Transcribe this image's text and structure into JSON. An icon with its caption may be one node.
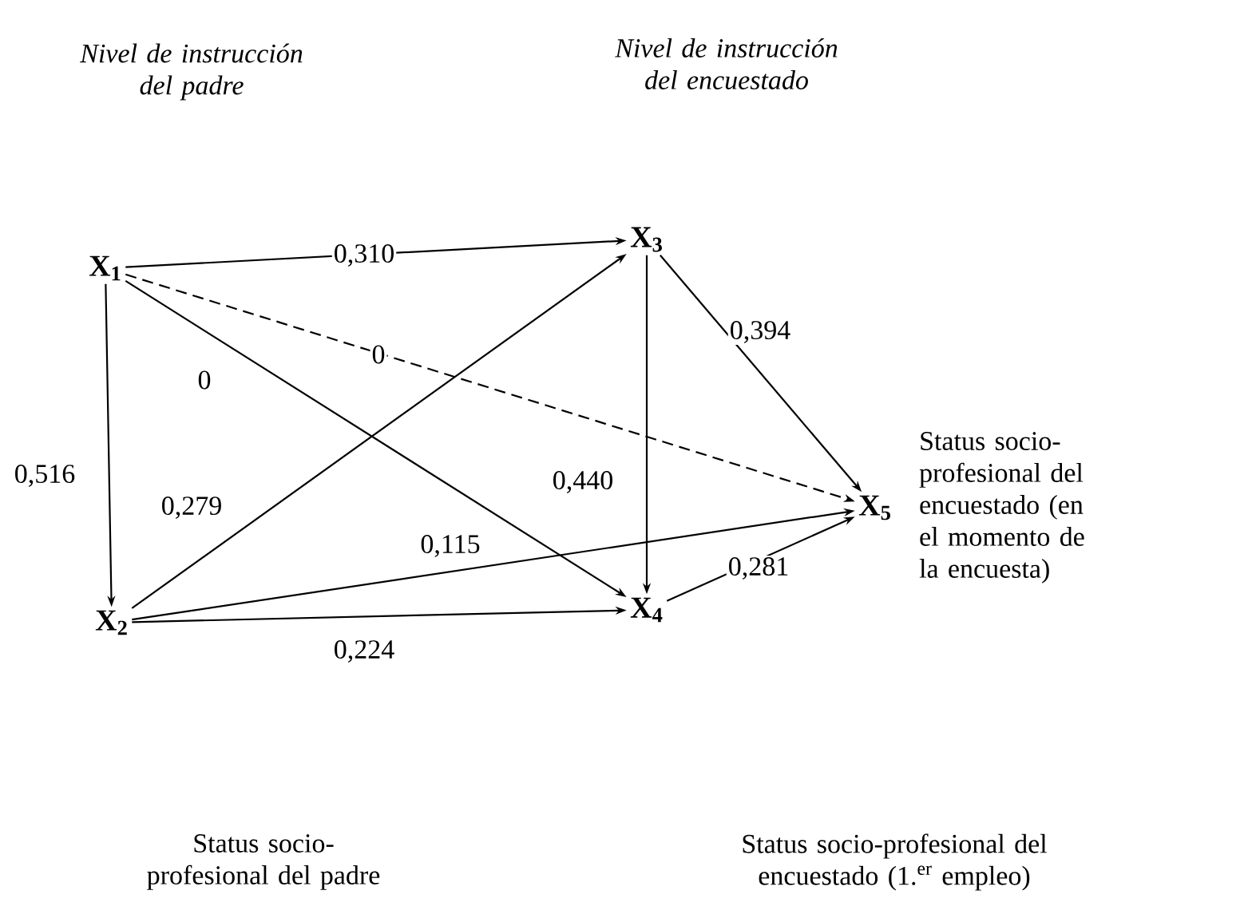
{
  "diagram": {
    "nodes": [
      {
        "text": [
          "X$_{1}$"
        ]
      },
      {
        "text": [
          "X$_{2}$"
        ]
      },
      {
        "text": [
          "X$_{3}$"
        ]
      },
      {
        "text": [
          "X$_{4}$"
        ]
      },
      {
        "text": [
          "X$_{5}$"
        ],
        "beside": [
          "Status socio-profesional del encuestado (en el momento de la encuesta)"
        ]
      }
    ],
    "edges": [
      {
        "from": 0,
        "to": 2,
        "arrow": "to",
        "label": "0,310"
      },
      {
        "from": 0,
        "to": 4,
        "arrow": "to",
        "label": "0",
        "style": "dashed"
      },
      {
        "from": 0,
        "to": 3,
        "arrow": "to",
        "label": "0"
      },
      {
        "from": 0,
        "to": 1,
        "arrow": "to",
        "label": "0,516"
      },
      {
        "from": 1,
        "to": 2,
        "arrow": "to",
        "label": "0,279"
      },
      {
        "from": 1,
        "to": 4,
        "arrow": "to",
        "label": "0,115"
      },
      {
        "from": 1,
        "to": 3,
        "arrow": "to",
        "label": "0,224"
      },
      {
        "from": 2,
        "to": 3,
        "arrow": "to",
        "label": "0,440"
      },
      {
        "from": 2,
        "to": 4,
        "arrow": "to",
        "label": "0,394"
      },
      {
        "from": 3,
        "to": 4,
        "arrow": "to",
        "label": "0,281"
      }
    ],
    "labels": [
      "Nivel de instrucción del padre",
      "Nivel de instrucción del encuestado",
      "Status socio-profesional del padre",
      "Status socio-profesional del encuestado (1.$^{er}$ empleo)"
    ]
  }
}
